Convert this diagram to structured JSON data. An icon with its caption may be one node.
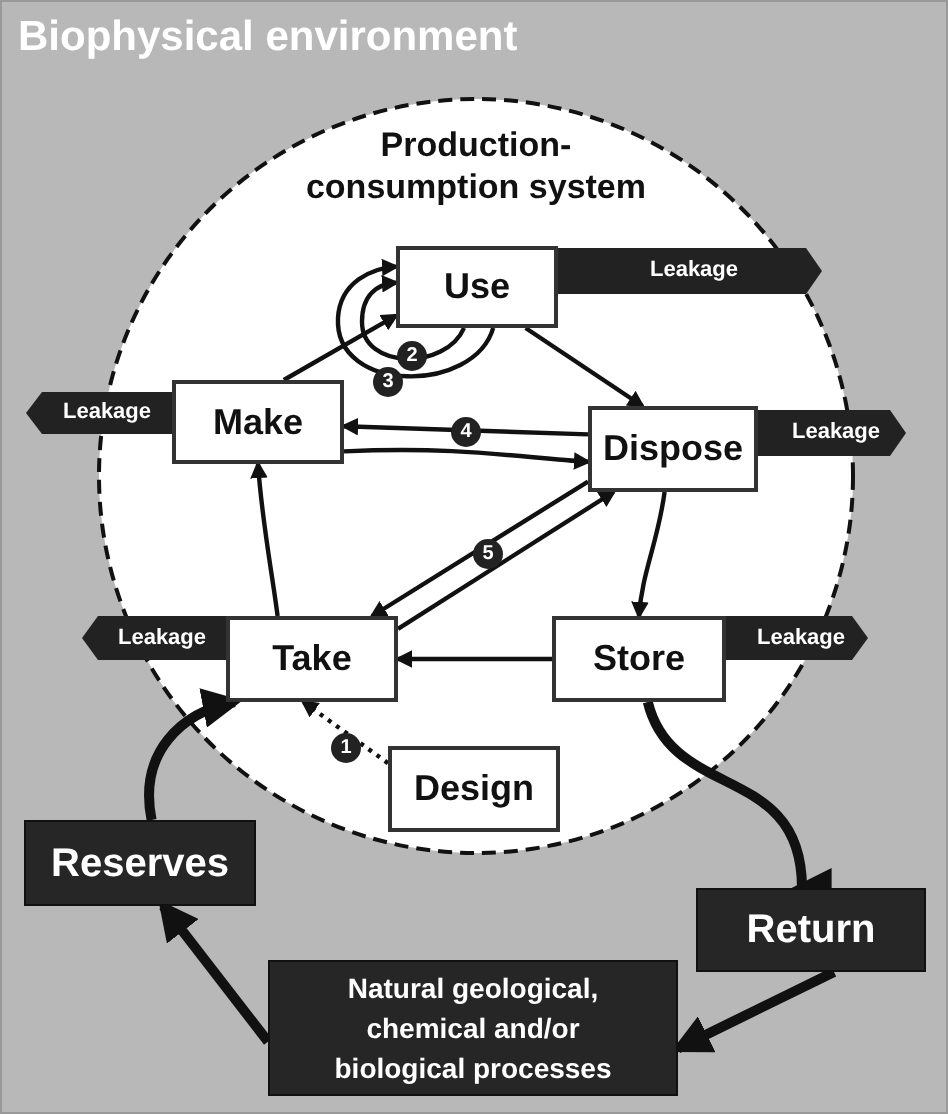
{
  "diagram": {
    "nodes": [
      {
        "text": [
          "Biophysical environment"
        ]
      },
      {
        "text": [
          "Production- consumption system"
        ],
        "in": 0
      },
      {
        "text": [
          "Use"
        ],
        "in": 1
      },
      {
        "text": [
          "Make"
        ],
        "in": 1
      },
      {
        "text": [
          "Dispose"
        ],
        "in": 1
      },
      {
        "text": [
          "Take"
        ],
        "in": 1
      },
      {
        "text": [
          "Store"
        ],
        "in": 1
      },
      {
        "text": [
          "Design"
        ],
        "in": 1
      },
      {
        "text": [
          "Leakage"
        ],
        "in": 1
      },
      {
        "text": [
          "Leakage"
        ],
        "in": 0
      },
      {
        "text": [
          "Leakage"
        ],
        "in": 0
      },
      {
        "text": [
          "Leakage"
        ],
        "in": 0
      },
      {
        "text": [
          "Leakage"
        ],
        "in": 0
      },
      {
        "text": [
          "Reserves"
        ],
        "in": 0
      },
      {
        "text": [
          "Return"
        ],
        "in": 0
      },
      {
        "text": [
          "Natural geological, chemical and/or biological processes"
        ],
        "in": 0
      }
    ],
    "edges": [
      {
        "from": 3,
        "to": 2,
        "arrow": "to"
      },
      {
        "from": 2,
        "to": 4,
        "arrow": "to"
      },
      {
        "from": 4,
        "to": 6,
        "arrow": "to"
      },
      {
        "from": 6,
        "to": 5,
        "arrow": "to"
      },
      {
        "from": 5,
        "to": 3,
        "arrow": "to"
      },
      {
        "from": 2,
        "to": 2,
        "arrow": "to",
        "label": "2"
      },
      {
        "from": 2,
        "to": 2,
        "arrow": "to",
        "label": "3"
      },
      {
        "from": 4,
        "to": 3,
        "arrow": "to",
        "label": "4"
      },
      {
        "from": 3,
        "to": 4,
        "arrow": "to"
      },
      {
        "from": 4,
        "to": 5,
        "arrow": "to",
        "label": "5"
      },
      {
        "from": 5,
        "to": 4,
        "arrow": "to"
      },
      {
        "from": 7,
        "to": 5,
        "arrow": "to",
        "label": "1",
        "style": "dashed"
      },
      {
        "from": 6,
        "to": 14,
        "arrow": "to",
        "style": "thick"
      },
      {
        "from": 14,
        "to": 15,
        "arrow": "to",
        "style": "thick"
      },
      {
        "from": 15,
        "to": 13,
        "arrow": "to",
        "style": "thick"
      },
      {
        "from": 13,
        "to": 5,
        "arrow": "to",
        "style": "thick"
      }
    ]
  }
}
